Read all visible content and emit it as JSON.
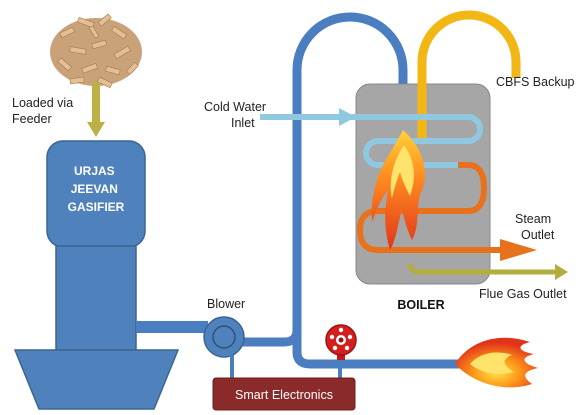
{
  "labels": {
    "loaded_via_feeder": [
      "Loaded via",
      "Feeder"
    ],
    "gasifier_name": [
      "URJAS",
      "JEEVAN",
      "GASIFIER"
    ],
    "cold_water_inlet": [
      "Cold Water",
      "Inlet"
    ],
    "cbfs_backup": "CBFS Backup",
    "steam_outlet": [
      "Steam",
      "Outlet"
    ],
    "boiler": "BOILER",
    "flue_gas_outlet": "Flue Gas Outlet",
    "blower": "Blower",
    "smart_electronics": "Smart Electronics"
  },
  "icons": {
    "wood_chips": "wood-chips-icon",
    "valve": "valve-wheel-icon",
    "burner_flame": "flame-icon",
    "boiler_flame": "flame-icon"
  },
  "colors": {
    "gasifier_blue": "#4f81bd",
    "gasifier_stroke": "#3b6591",
    "pipe_blue": "#4a7ec0",
    "cold_water_blue": "#8fc8e0",
    "cbfs_yellow": "#f2b715",
    "steam_orange": "#e8721c",
    "flue_olive": "#b3ad3e",
    "feeder_arrow": "#bdb044",
    "boiler_gray": "#a6a6a6",
    "electronics_red": "#8b2a2a",
    "valve_red": "#d41f1f"
  }
}
